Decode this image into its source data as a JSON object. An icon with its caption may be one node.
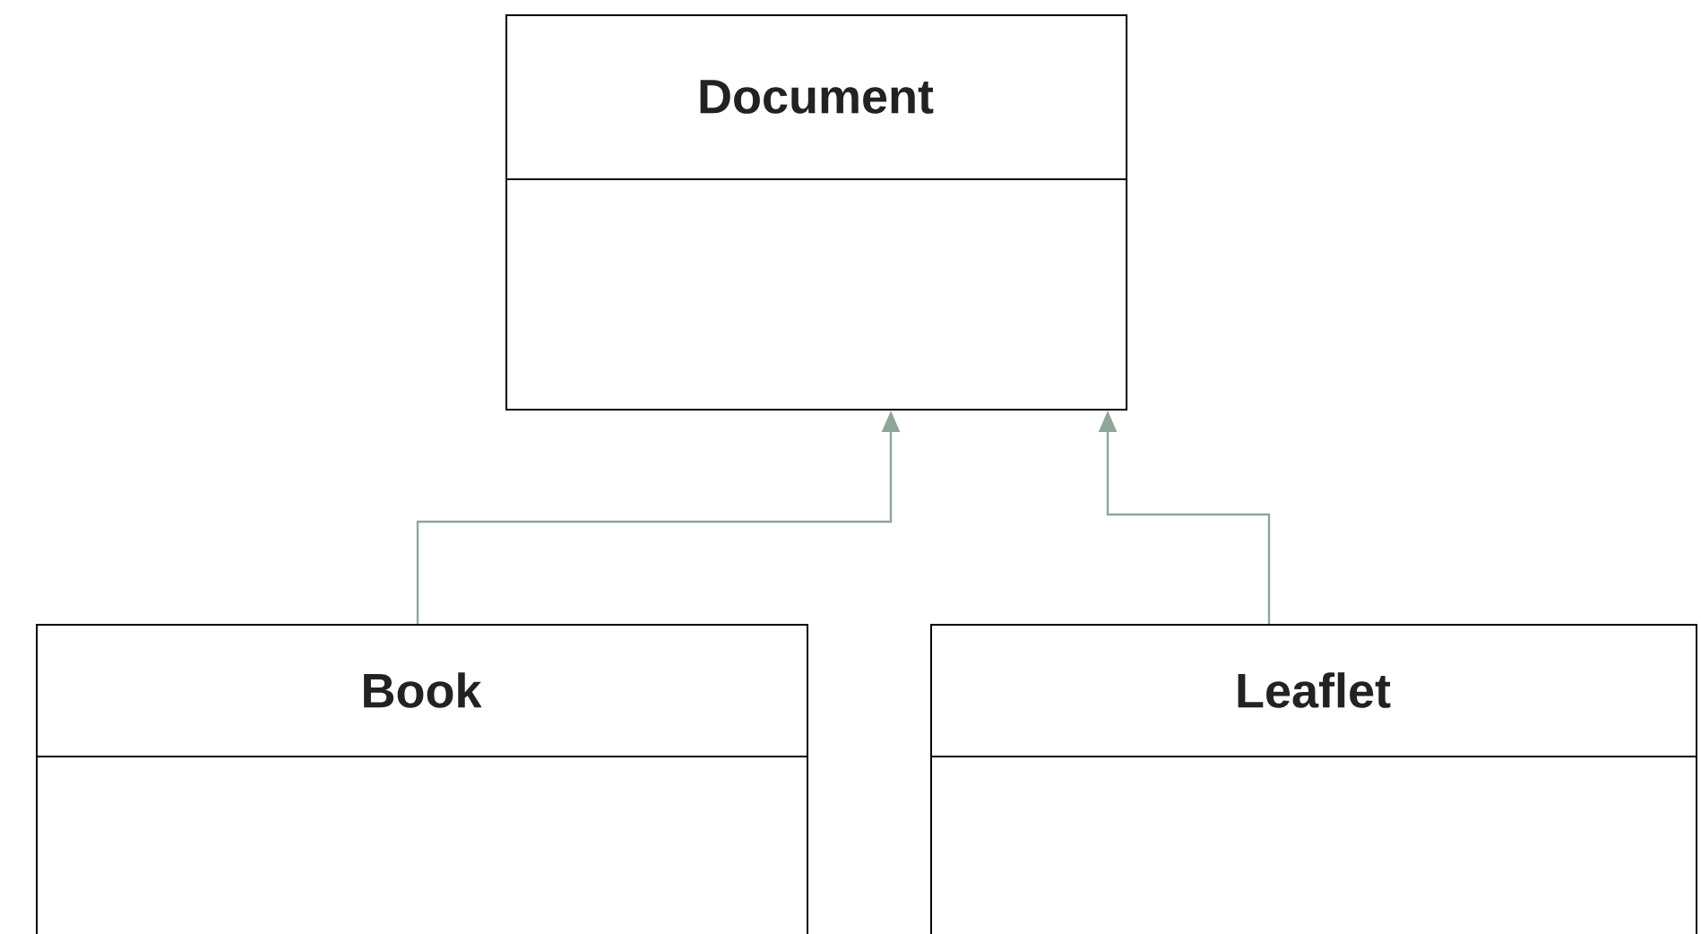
{
  "diagram": {
    "nodes": [
      {
        "text": [
          "Document"
        ]
      },
      {
        "text": [
          "Book"
        ]
      },
      {
        "text": [
          "Leaflet"
        ]
      }
    ],
    "edges": [
      {
        "from": 1,
        "to": 0,
        "arrow": "to"
      },
      {
        "from": 2,
        "to": 0,
        "arrow": "to"
      }
    ]
  }
}
